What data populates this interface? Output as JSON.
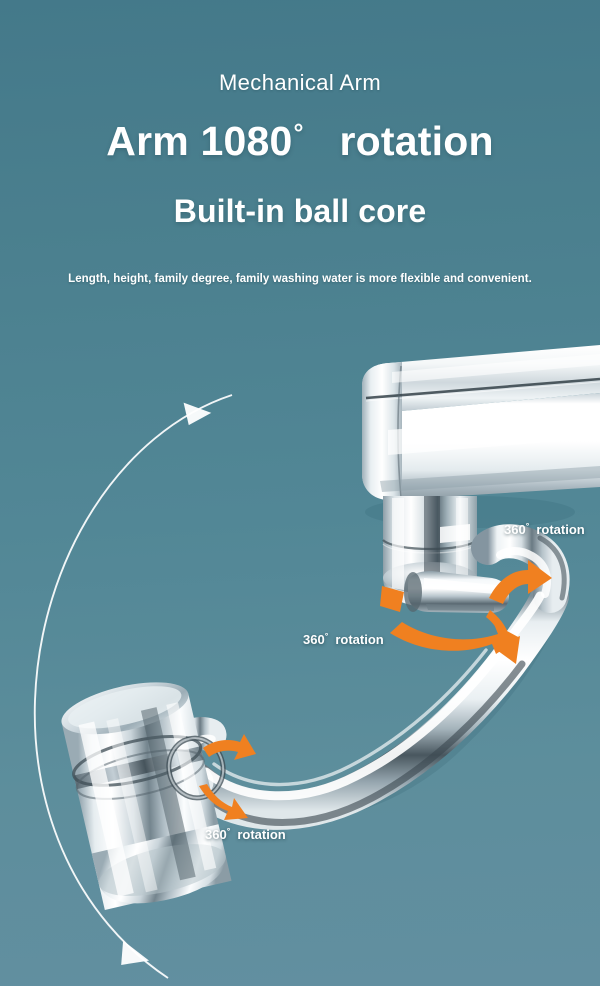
{
  "poster": {
    "eyebrow": "Mechanical Arm",
    "headline_pre": "Arm 1080",
    "headline_degree": "°",
    "headline_post": "rotation",
    "subhead": "Built-in ball core",
    "tagline": "Length, height, family degree, family washing water is more flexible and convenient.",
    "background_top_color": "#44798A",
    "background_bottom_color": "#628FA0"
  },
  "callouts": [
    {
      "id": "top",
      "value": "360",
      "degree": "°",
      "label": "rotation"
    },
    {
      "id": "middle",
      "value": "360",
      "degree": "°",
      "label": "rotation"
    },
    {
      "id": "bottom",
      "value": "360",
      "degree": "°",
      "label": "rotation"
    }
  ],
  "graphics": {
    "arrow_color": "#F08020",
    "chrome_highlight": "#FFFFFF",
    "chrome_shadow": "#3C4A52",
    "guide_arc_color": "#FFFFFF",
    "product": "chrome faucet spout with 1080 degree swivel extender arm and aerator head"
  }
}
